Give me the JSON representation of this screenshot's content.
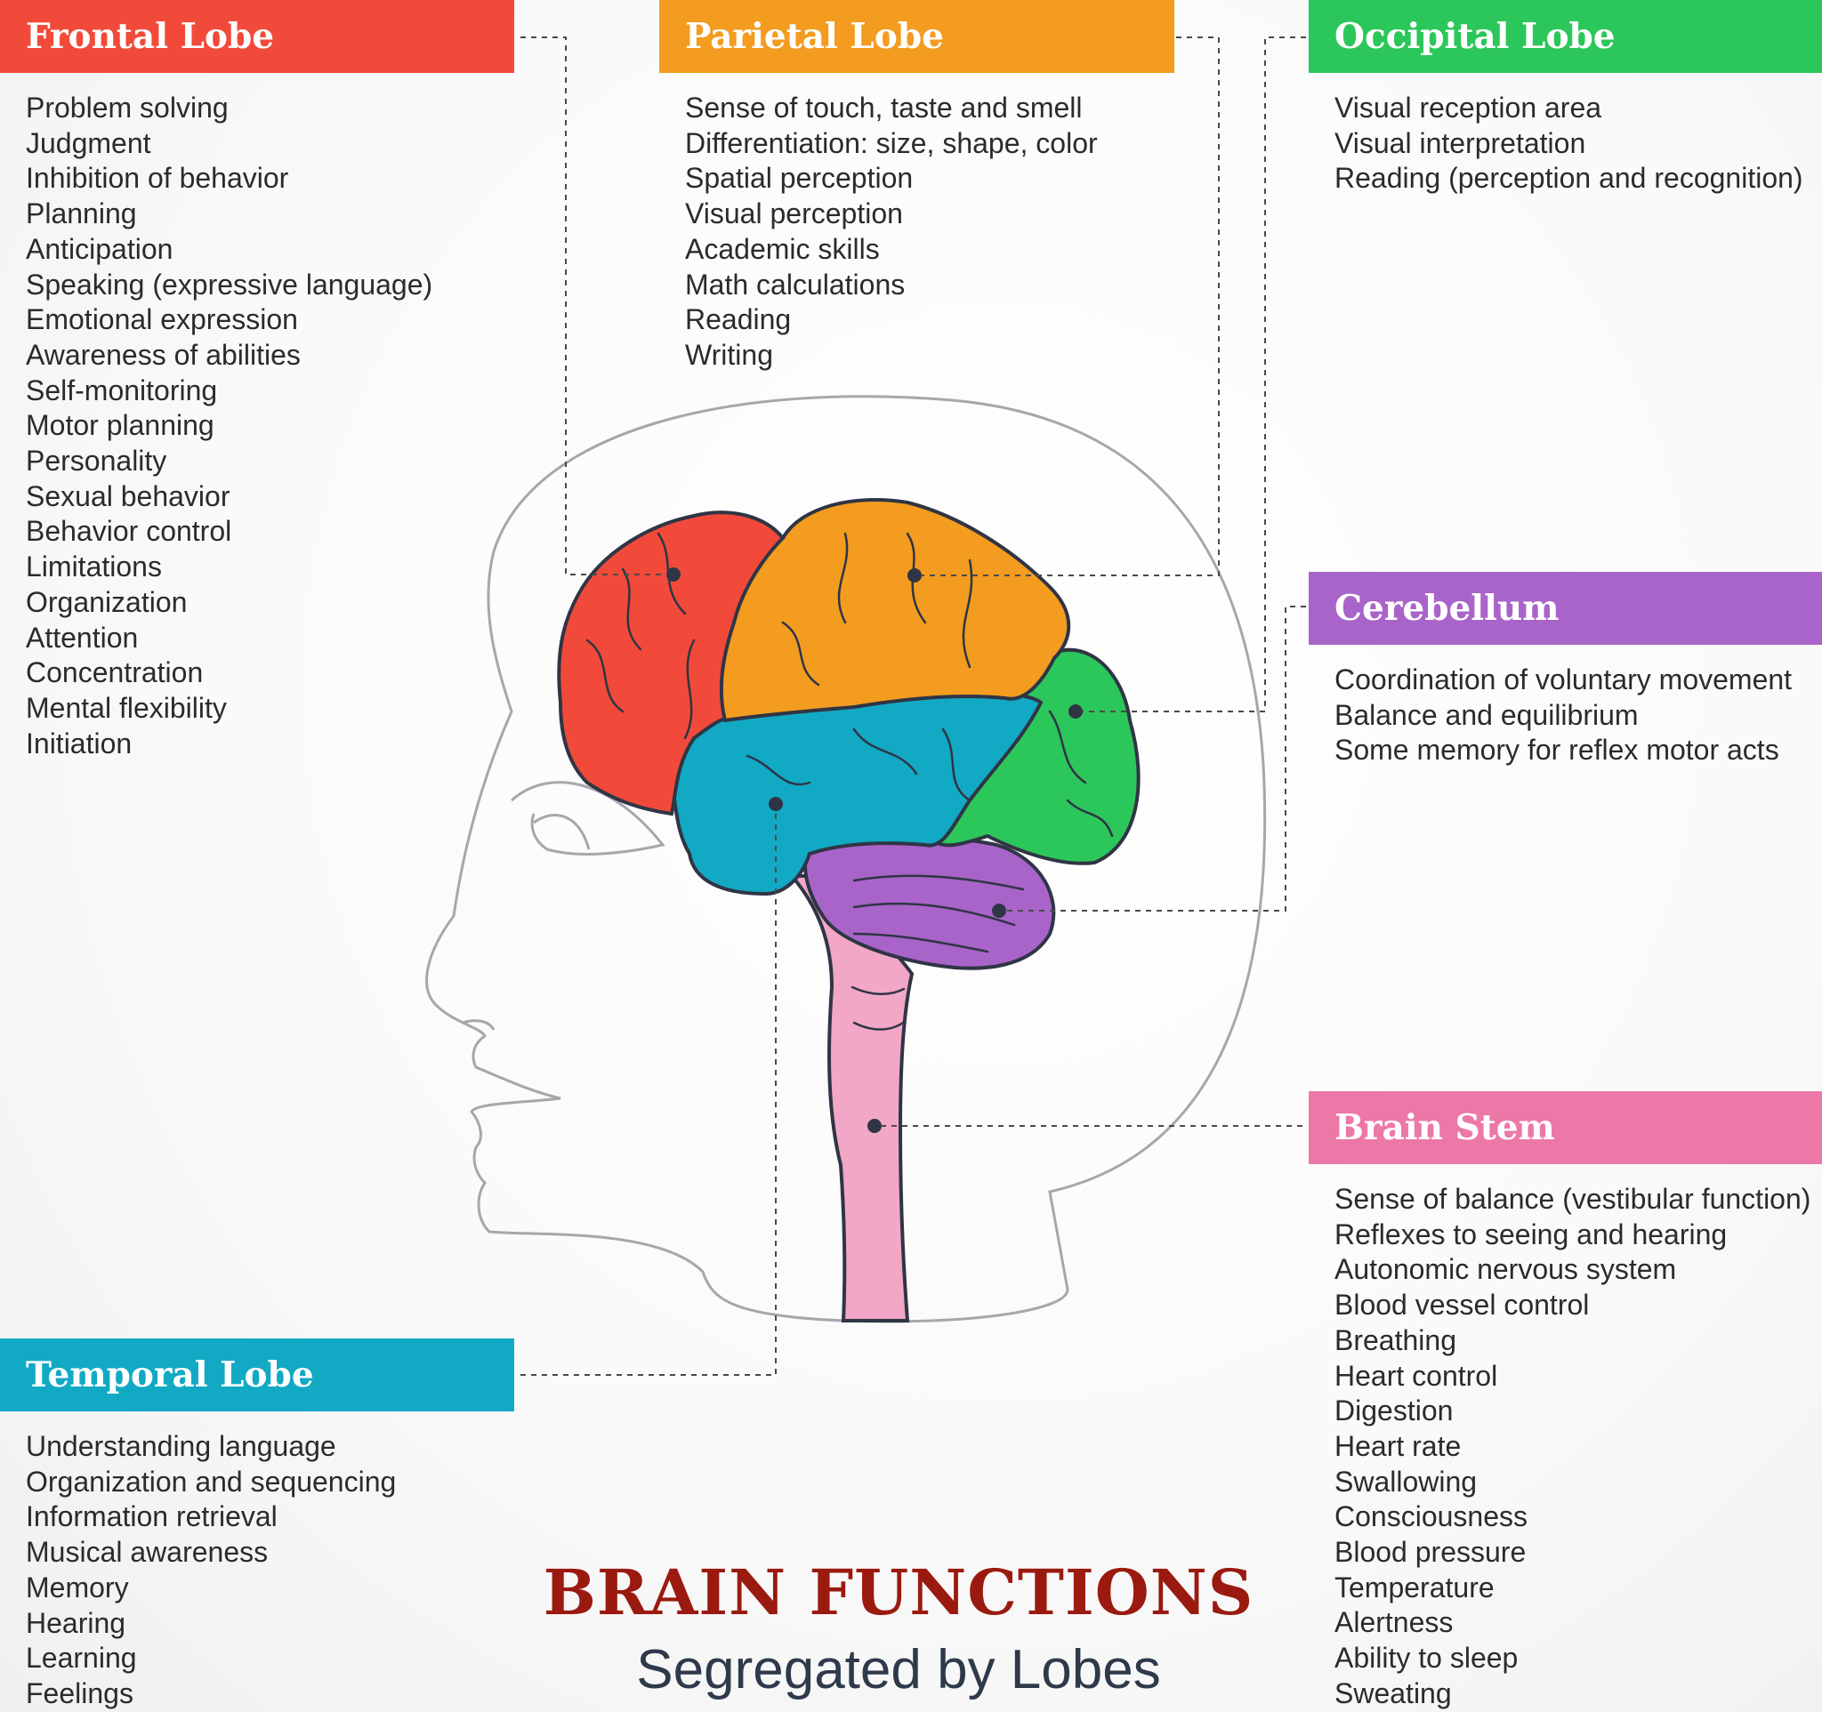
{
  "title": "BRAIN FUNCTIONS",
  "subtitle": "Segregated by Lobes",
  "colors": {
    "frontal": "#f24a3a",
    "parietal": "#f39c1f",
    "occipital": "#2cc75a",
    "cerebellum": "#a964c9",
    "brain_stem": "#ec78a7",
    "temporal": "#12a9c4",
    "title": "#9a1a10"
  },
  "lobes": {
    "frontal": {
      "title": "Frontal Lobe",
      "items": [
        "Problem solving",
        "Judgment",
        "Inhibition of behavior",
        "Planning",
        "Anticipation",
        "Speaking (expressive language)",
        "Emotional expression",
        "Awareness of abilities",
        "Self-monitoring",
        "Motor planning",
        "Personality",
        "Sexual behavior",
        "Behavior control",
        "Limitations",
        "Organization",
        "Attention",
        "Concentration",
        "Mental flexibility",
        "Initiation"
      ]
    },
    "parietal": {
      "title": "Parietal Lobe",
      "items": [
        "Sense of touch, taste and smell",
        "Differentiation: size, shape, color",
        "Spatial perception",
        "Visual perception",
        "Academic skills",
        "Math calculations",
        "Reading",
        "Writing"
      ]
    },
    "occipital": {
      "title": "Occipital Lobe",
      "items": [
        "Visual reception area",
        "Visual interpretation",
        "Reading (perception and recognition)"
      ]
    },
    "cerebellum": {
      "title": "Cerebellum",
      "items": [
        "Coordination of voluntary movement",
        "Balance and equilibrium",
        "Some memory for reflex motor acts"
      ]
    },
    "brain_stem": {
      "title": "Brain Stem",
      "items": [
        "Sense of balance (vestibular function)",
        "Reflexes to seeing and hearing",
        "Autonomic nervous system",
        "Blood vessel control",
        "Breathing",
        "Heart control",
        "Digestion",
        "Heart rate",
        "Swallowing",
        "Consciousness",
        "Blood pressure",
        "Temperature",
        "Alertness",
        "Ability to sleep",
        "Sweating"
      ]
    },
    "temporal": {
      "title": "Temporal Lobe",
      "items": [
        "Understanding language",
        "Organization and sequencing",
        "Information retrieval",
        "Musical awareness",
        "Memory",
        "Hearing",
        "Learning",
        "Feelings"
      ]
    }
  }
}
